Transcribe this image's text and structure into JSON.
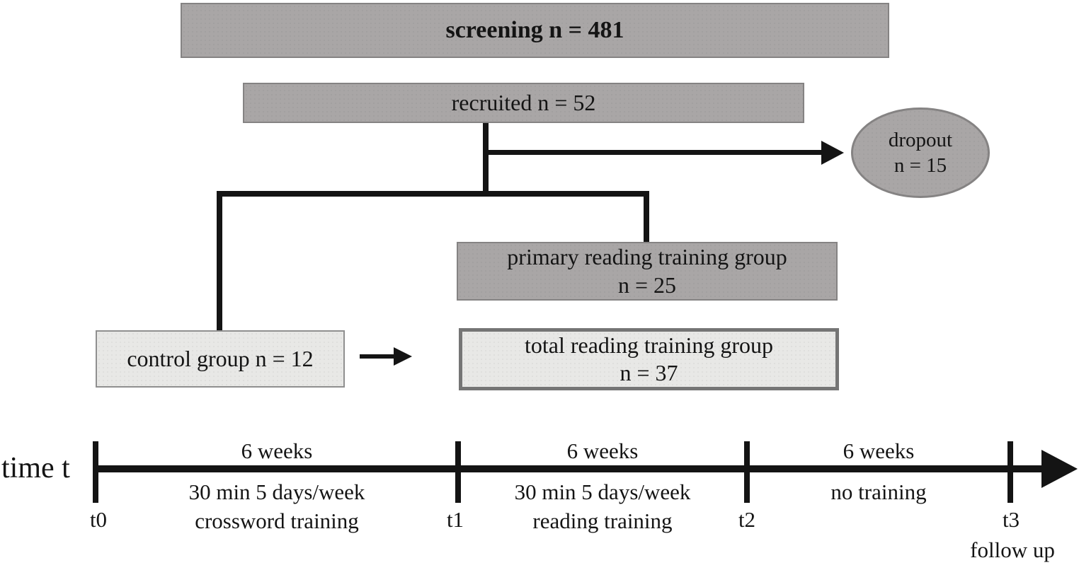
{
  "figure": {
    "flow": {
      "screening_label": "screening n = 481",
      "recruited_label": "recruited n = 52",
      "dropout_line1": "dropout",
      "dropout_line2": "n = 15",
      "primary_line1": "primary reading training group",
      "primary_line2": "n = 25",
      "control_label": "control group n = 12",
      "total_line1": "total reading training group",
      "total_line2": "n = 37"
    },
    "timeline": {
      "axis_label": "time t",
      "ticks": [
        {
          "label": "t0",
          "sublabel": ""
        },
        {
          "label": "t1",
          "sublabel": ""
        },
        {
          "label": "t2",
          "sublabel": ""
        },
        {
          "label": "t3",
          "sublabel": "follow up"
        }
      ],
      "segments": [
        {
          "duration": "6 weeks",
          "detail1": "30 min 5 days/week",
          "detail2": "crossword training"
        },
        {
          "duration": "6 weeks",
          "detail1": "30 min 5 days/week",
          "detail2": "reading training"
        },
        {
          "duration": "6 weeks",
          "detail1": "no training",
          "detail2": ""
        }
      ]
    },
    "colors": {
      "box_gray": "#a9a6a6",
      "box_gray_border": "#858383",
      "box_light": "#e8e8e6",
      "box_light_border": "#8f8f8f",
      "total_border": "#757575",
      "line_black": "#141414"
    }
  }
}
